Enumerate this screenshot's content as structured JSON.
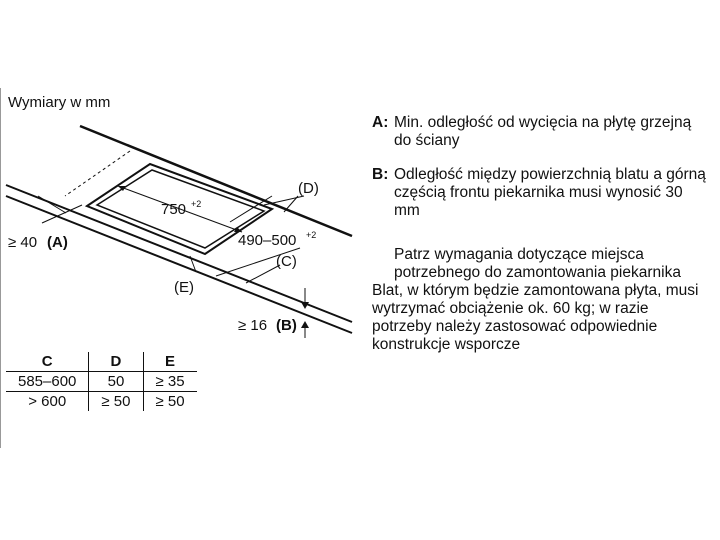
{
  "units_label": "Wymiary w mm",
  "diagram": {
    "dim_width": "750",
    "dim_width_tol": "+2",
    "dim_depth": "490–500",
    "dim_depth_tol": "+2",
    "label_d": "(D)",
    "label_c": "(C)",
    "label_e": "(E)",
    "label_a_value": "≥ 40",
    "label_a": "(A)",
    "label_b_value": "≥ 16",
    "label_b": "(B)"
  },
  "notes": {
    "a_key": "A:",
    "a_text": "Min. odległość od wycięcia na płytę grzejną do ściany",
    "b_key": "B:",
    "b_text": "Odległość między powierzchnią blatu a górną częścią frontu piekarnika musi wynosić 30 mm",
    "oven_text": "Patrz wymagania dotyczące miejsca potrzebnego do zamontowania piekarnika",
    "load_text": "Blat, w którym będzie zamontowana płyta, musi wytrzymać obciążenie ok. 60 kg; w razie potrzeby należy zastosować odpowiednie konstrukcje wsporcze"
  },
  "table": {
    "headers": [
      "C",
      "D",
      "E"
    ],
    "rows": [
      [
        "585–600",
        "50",
        "≥ 35"
      ],
      [
        "> 600",
        "≥ 50",
        "≥ 50"
      ]
    ]
  }
}
